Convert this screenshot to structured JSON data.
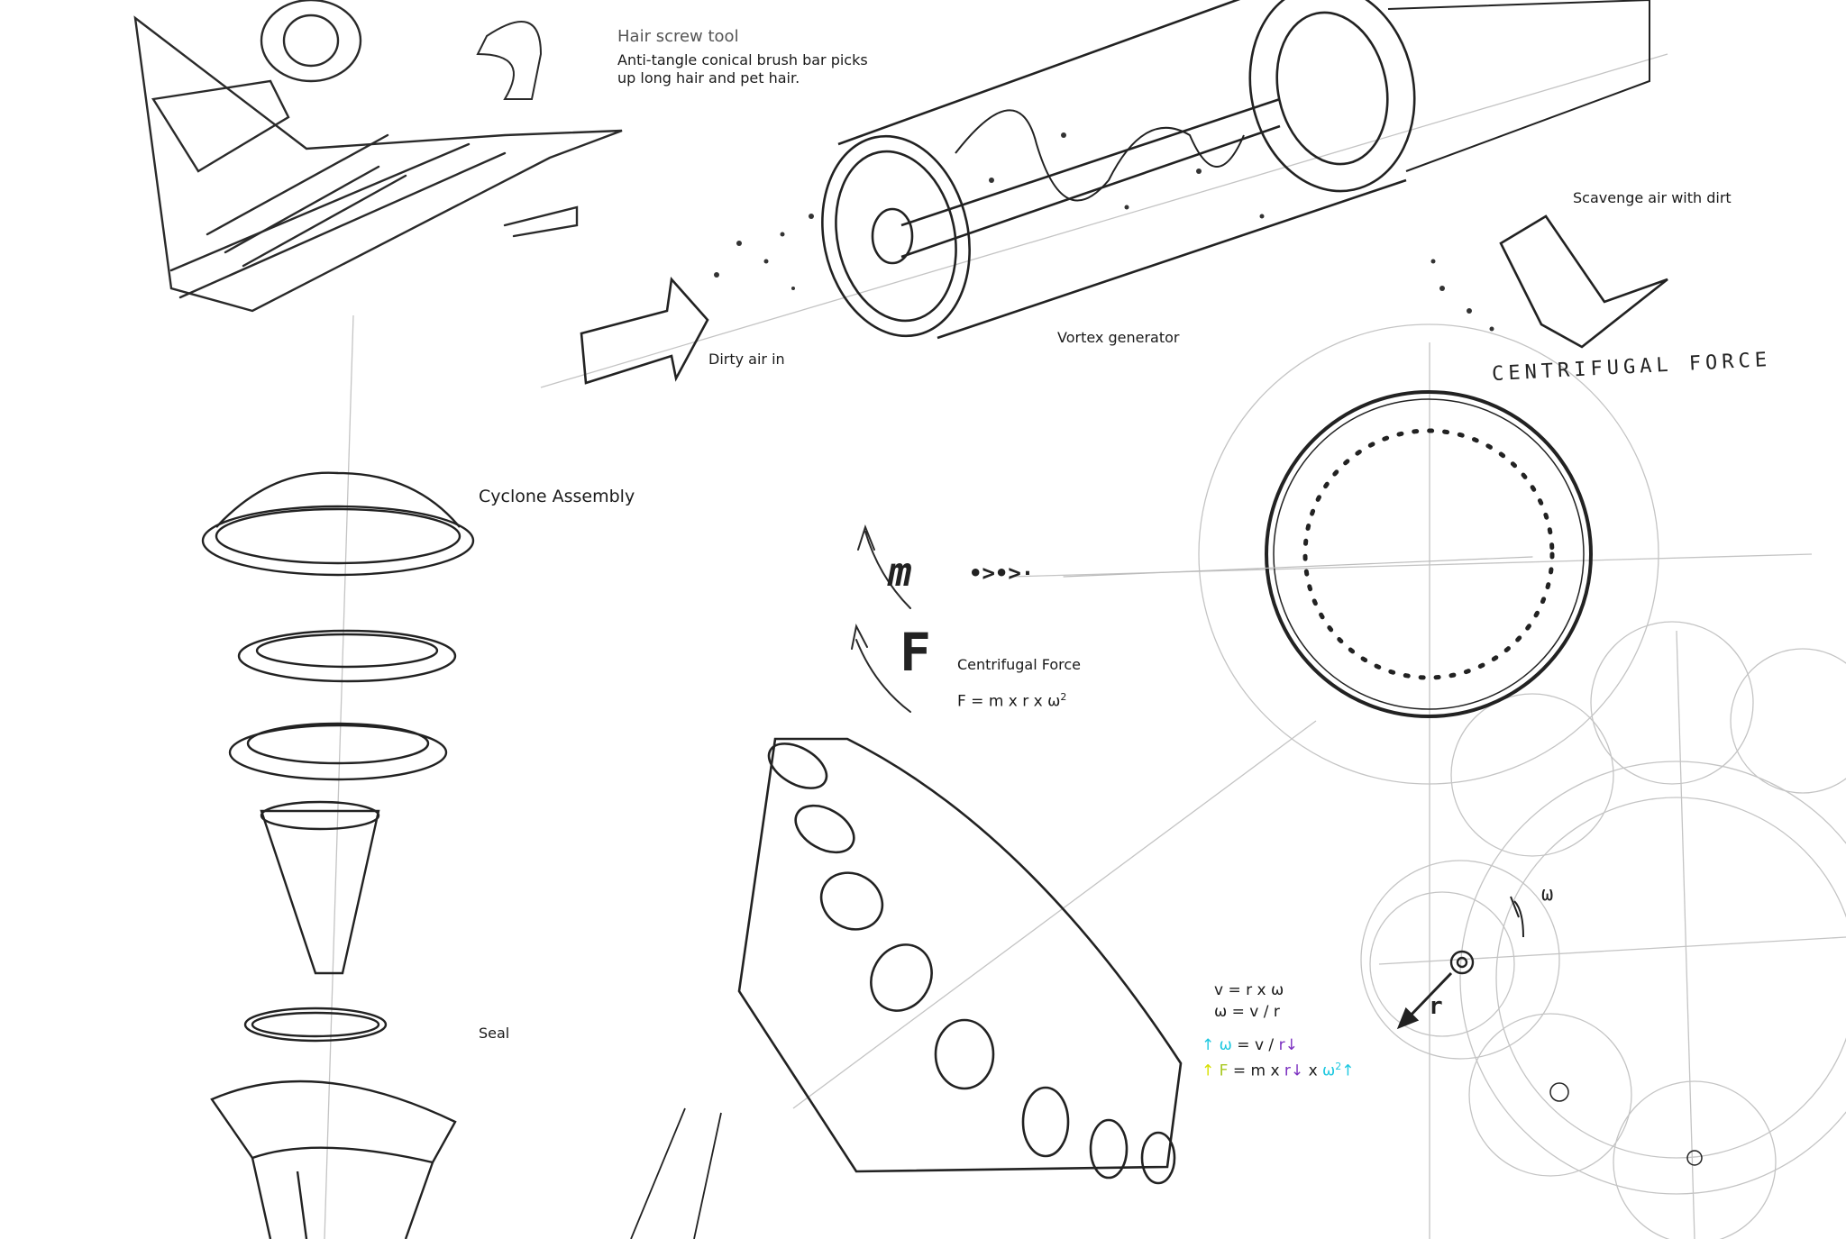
{
  "labels": {
    "hair_screw_title": "Hair screw tool",
    "hair_screw_desc_1": "Anti-tangle conical brush bar picks",
    "hair_screw_desc_2": "up long hair and pet hair.",
    "dirty_air_in": "Dirty air in",
    "vortex_generator": "Vortex generator",
    "scavenge_air": "Scavenge air with dirt",
    "centrifugal_force_hand": "CENTRIFUGAL FORCE",
    "cyclone_assembly": "Cyclone Assembly",
    "seal": "Seal",
    "centrifugal_force": "Centrifugal Force",
    "force_formula": "F = m x r x ω",
    "force_formula_exp": "2"
  },
  "handwritten": {
    "mass": "m",
    "mass_dots": "•>•>·",
    "force": "F",
    "omega": "ω",
    "radius": "r"
  },
  "equations": {
    "line1": "v = r x ω",
    "line2": "ω = v / r",
    "line3": {
      "omega": "ω",
      "rest": " = v / ",
      "r": "r"
    },
    "line4": {
      "F": "F",
      "mid": " = m x ",
      "r": "r",
      "x": " x ",
      "omega": "ω",
      "exp": "2"
    }
  },
  "colors": {
    "ink": "#222222",
    "construction": "#b8b8b8",
    "cyan": "#1ec8e0",
    "purple": "#7b2fc0",
    "yellow": "#d8e000",
    "yellow_green": "#a8c820"
  }
}
